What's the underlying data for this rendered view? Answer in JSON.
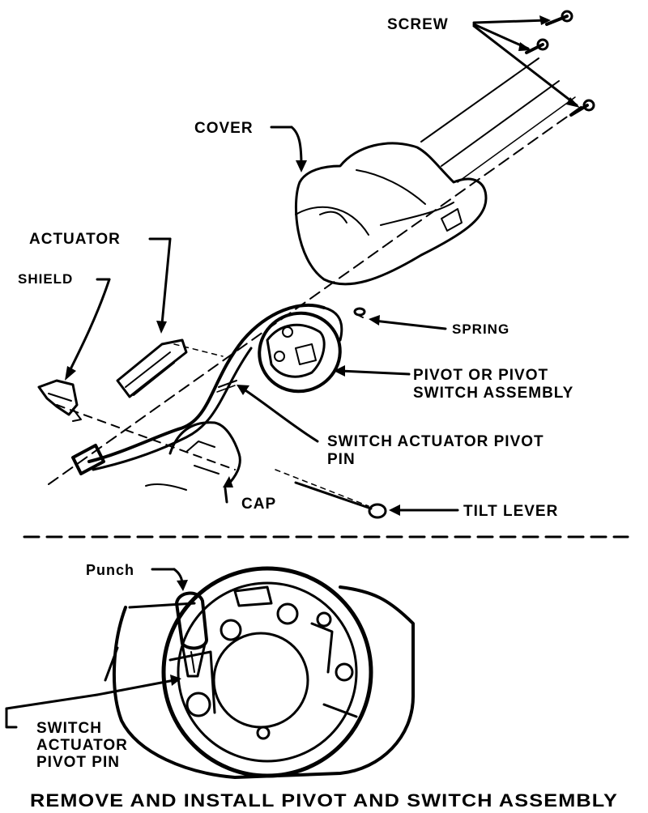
{
  "labels": {
    "screw": "SCREW",
    "cover": "COVER",
    "actuator": "ACTUATOR",
    "shield": "SHIELD",
    "spring": "SPRING",
    "pivot_line1": "PIVOT OR PIVOT",
    "pivot_line2": "SWITCH ASSEMBLY",
    "switch_pin_line1": "SWITCH ACTUATOR PIVOT",
    "switch_pin_line2": "PIN",
    "cap": "CAP",
    "tilt_lever": "TILT LEVER",
    "punch": "Punch",
    "lower_pin_line1": "SWITCH",
    "lower_pin_line2": "ACTUATOR",
    "lower_pin_line3": "PIVOT PIN"
  },
  "caption": "REMOVE AND INSTALL PIVOT AND SWITCH ASSEMBLY",
  "colors": {
    "ink": "#000000",
    "paper": "#ffffff"
  }
}
